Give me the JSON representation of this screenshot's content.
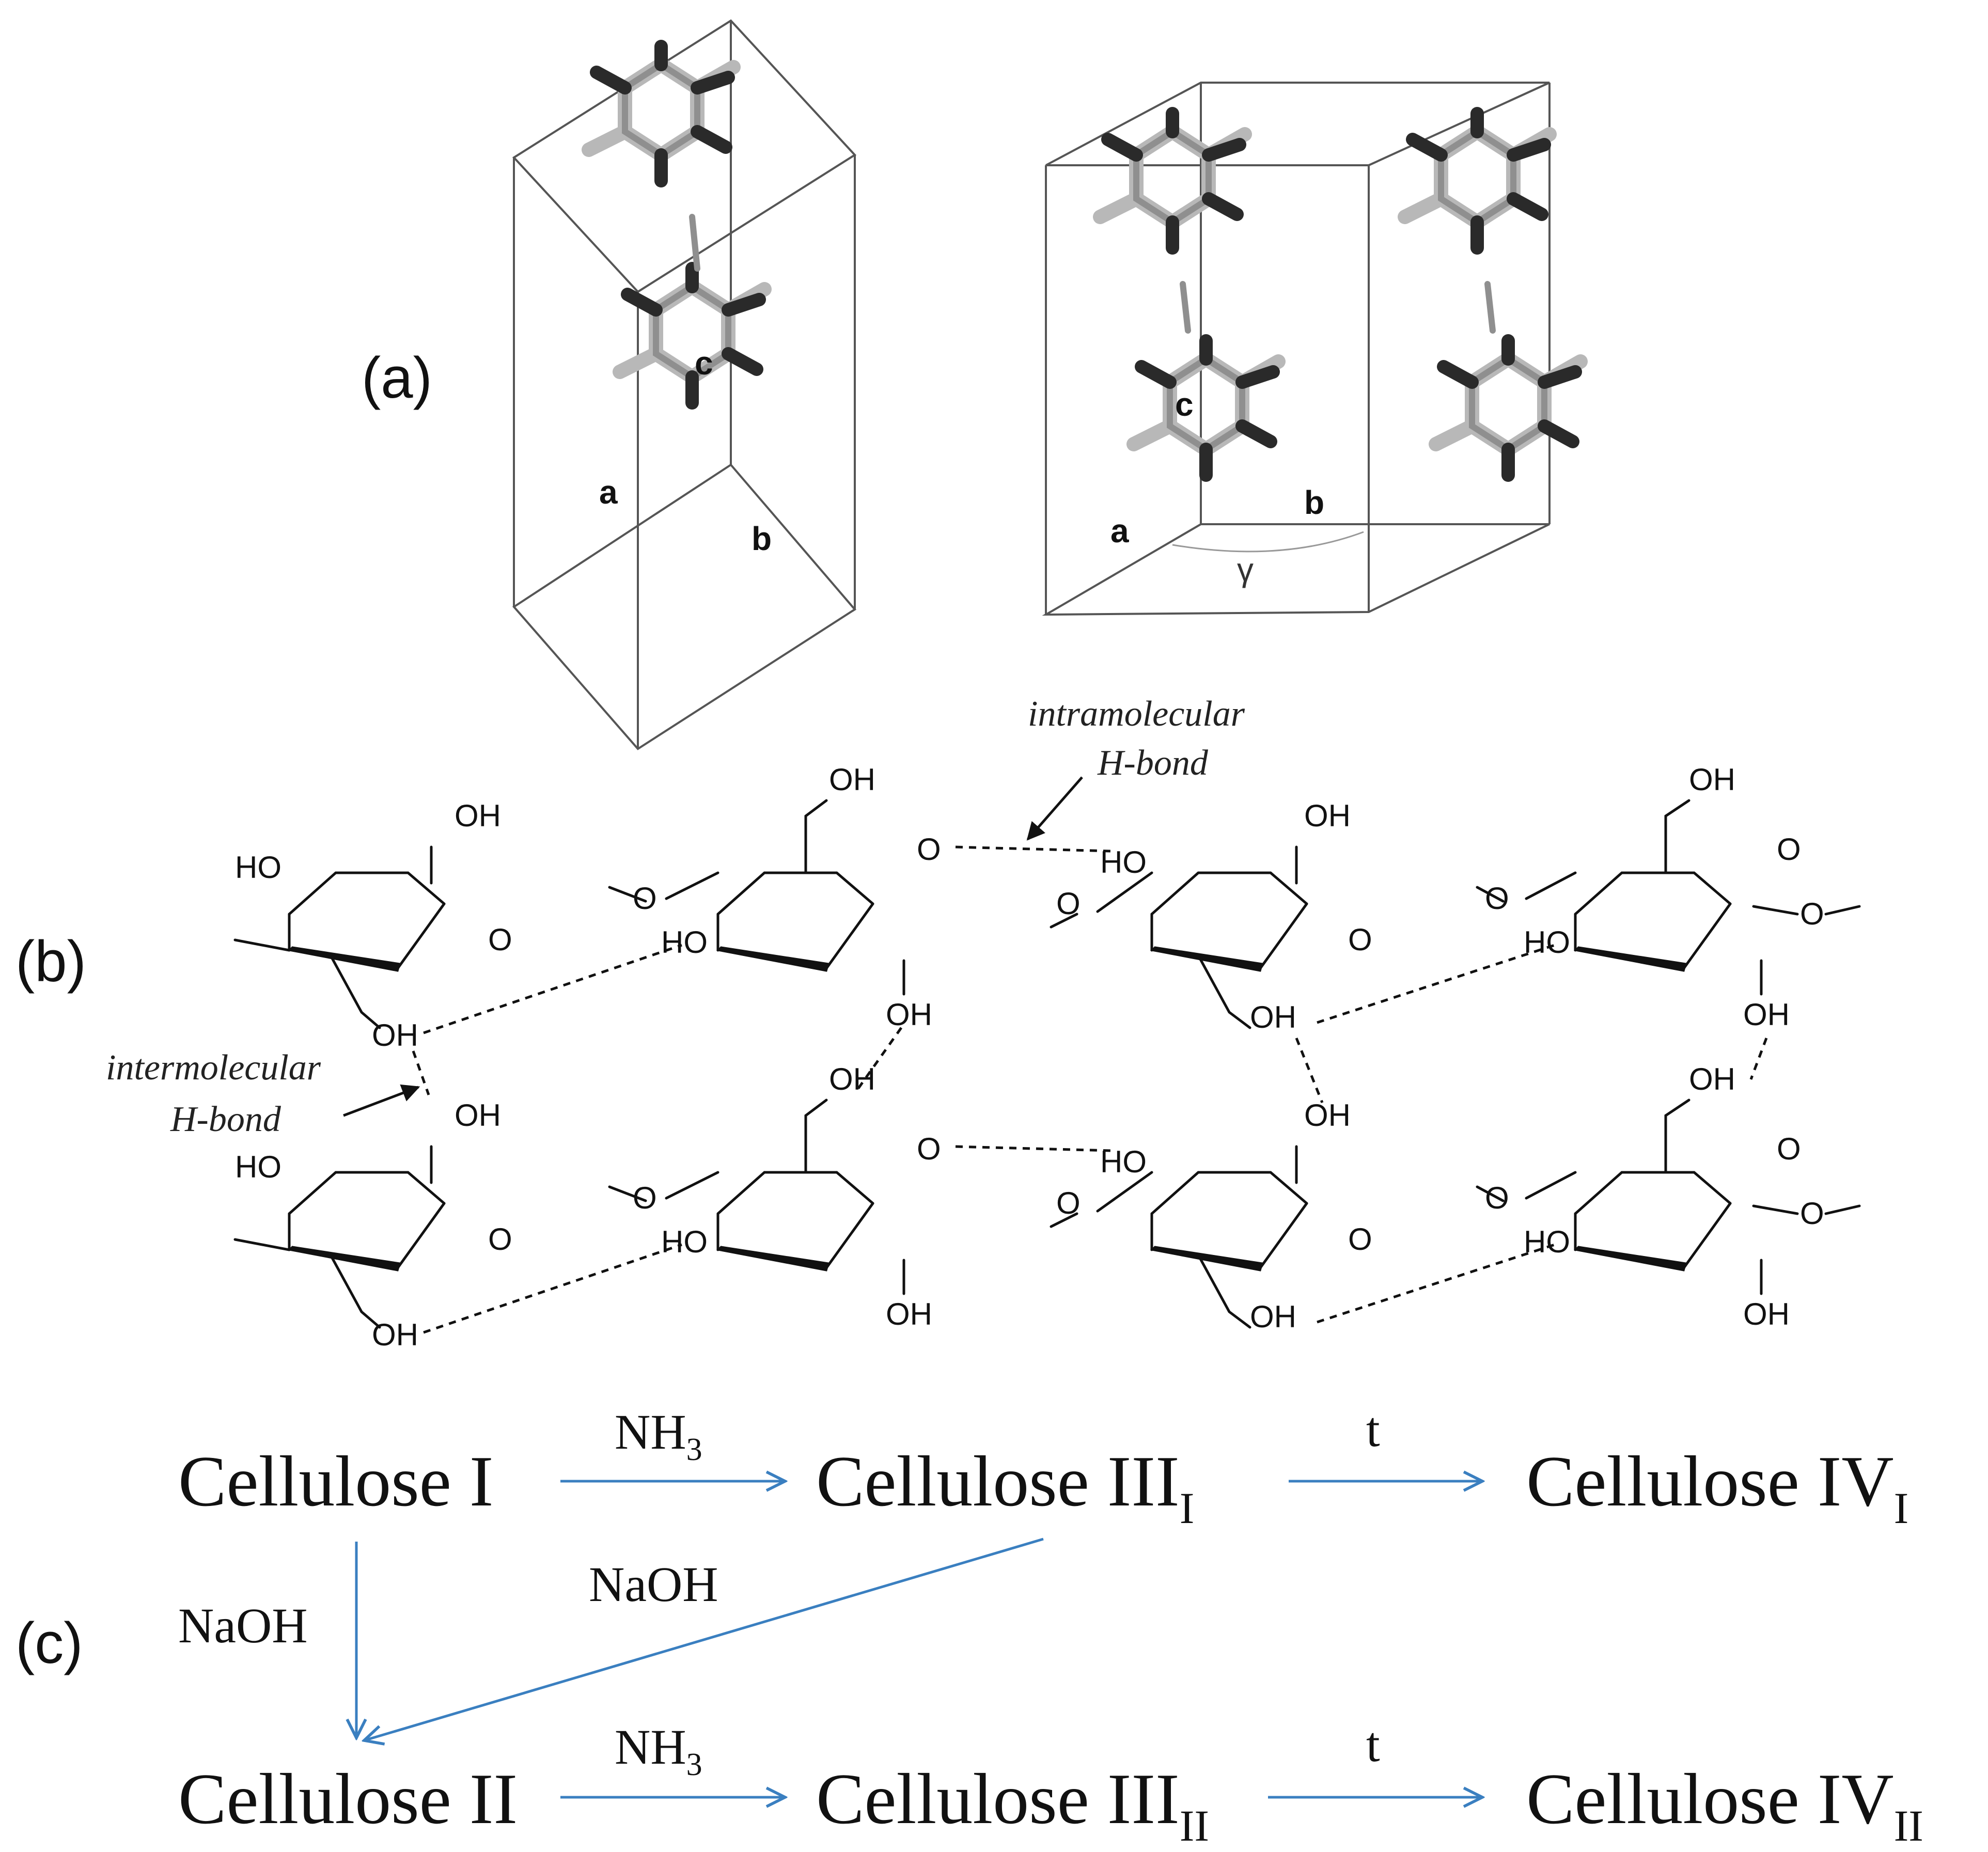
{
  "panel_a": {
    "label": "(a)",
    "cell1": {
      "a": "a",
      "b": "b",
      "c": "c"
    },
    "cell2": {
      "a": "a",
      "b": "b",
      "c": "c",
      "gamma": "γ"
    }
  },
  "panel_b": {
    "label": "(b)",
    "oh": "OH",
    "ho": "HO",
    "o": "O",
    "intramolecular": [
      "intramolecular",
      "H-bond"
    ],
    "intermolecular": [
      "intermolecular",
      "H-bond"
    ]
  },
  "panel_c": {
    "label": "(c)",
    "cellulose_i": "Cellulose I",
    "cellulose_iii_base": "Cellulose III",
    "cellulose_iii_i_sub": "I",
    "cellulose_iv_base": "Cellulose IV",
    "cellulose_iv_i_sub": "I",
    "cellulose_ii": "Cellulose II",
    "cellulose_iii_ii_sub": "II",
    "cellulose_iv_ii_sub": "II",
    "nh3_base": "NH",
    "nh3_sub": "3",
    "t": "t",
    "naoh": "NaOH"
  },
  "colors": {
    "arrow": "#3a7fc0",
    "bond": "#111111",
    "cell_edge": "#555555"
  }
}
